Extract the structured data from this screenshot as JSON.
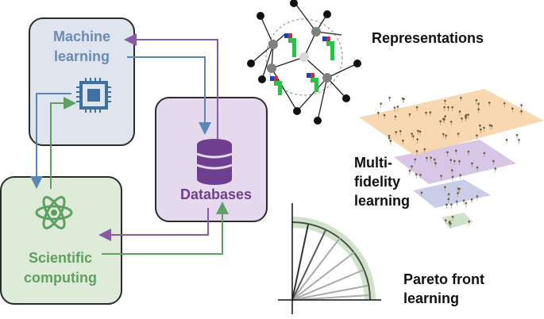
{
  "labels": {
    "machine_learning": "Machine learning",
    "databases": "Databases",
    "scientific_computing": "Scientific computing",
    "representations": "Representations",
    "multi_fidelity": "Multi- fidelity learning",
    "pareto_front": "Pareto front learning"
  },
  "colors": {
    "ml_text": "#6b8bb5",
    "ml_box": "#dfe5ee",
    "db_text": "#6f3f8f",
    "db_box": "#e5d9ee",
    "sc_text": "#5fa060",
    "sc_box": "#deebd9",
    "arrow_blue": "#5b86b8",
    "arrow_purple": "#8a5aa8",
    "arrow_green": "#5fa060",
    "plane_orange": "#f6d4a8",
    "plane_purple": "#d7c6e6",
    "plane_blue": "#c9cde8",
    "plane_green": "#cfe3c8"
  },
  "icons": [
    "chip-icon",
    "database-icon",
    "atom-icon",
    "graph-network-icon",
    "pareto-front-icon"
  ]
}
